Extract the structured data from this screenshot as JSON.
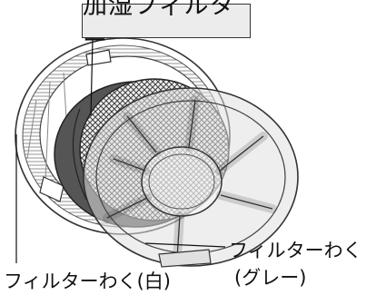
{
  "diagram": {
    "title": "加湿フィルター",
    "labels": {
      "gray_frame_line1": "フィルターわく",
      "gray_frame_line2": "(グレー)",
      "white_frame": "フィルターわく(白)"
    },
    "colors": {
      "gray_frame": "#d9d9d9",
      "white_frame": "#ffffff",
      "filter_mesh": "#6b6b6b",
      "outline": "#333333",
      "title_box_fill": "#ececec"
    }
  }
}
